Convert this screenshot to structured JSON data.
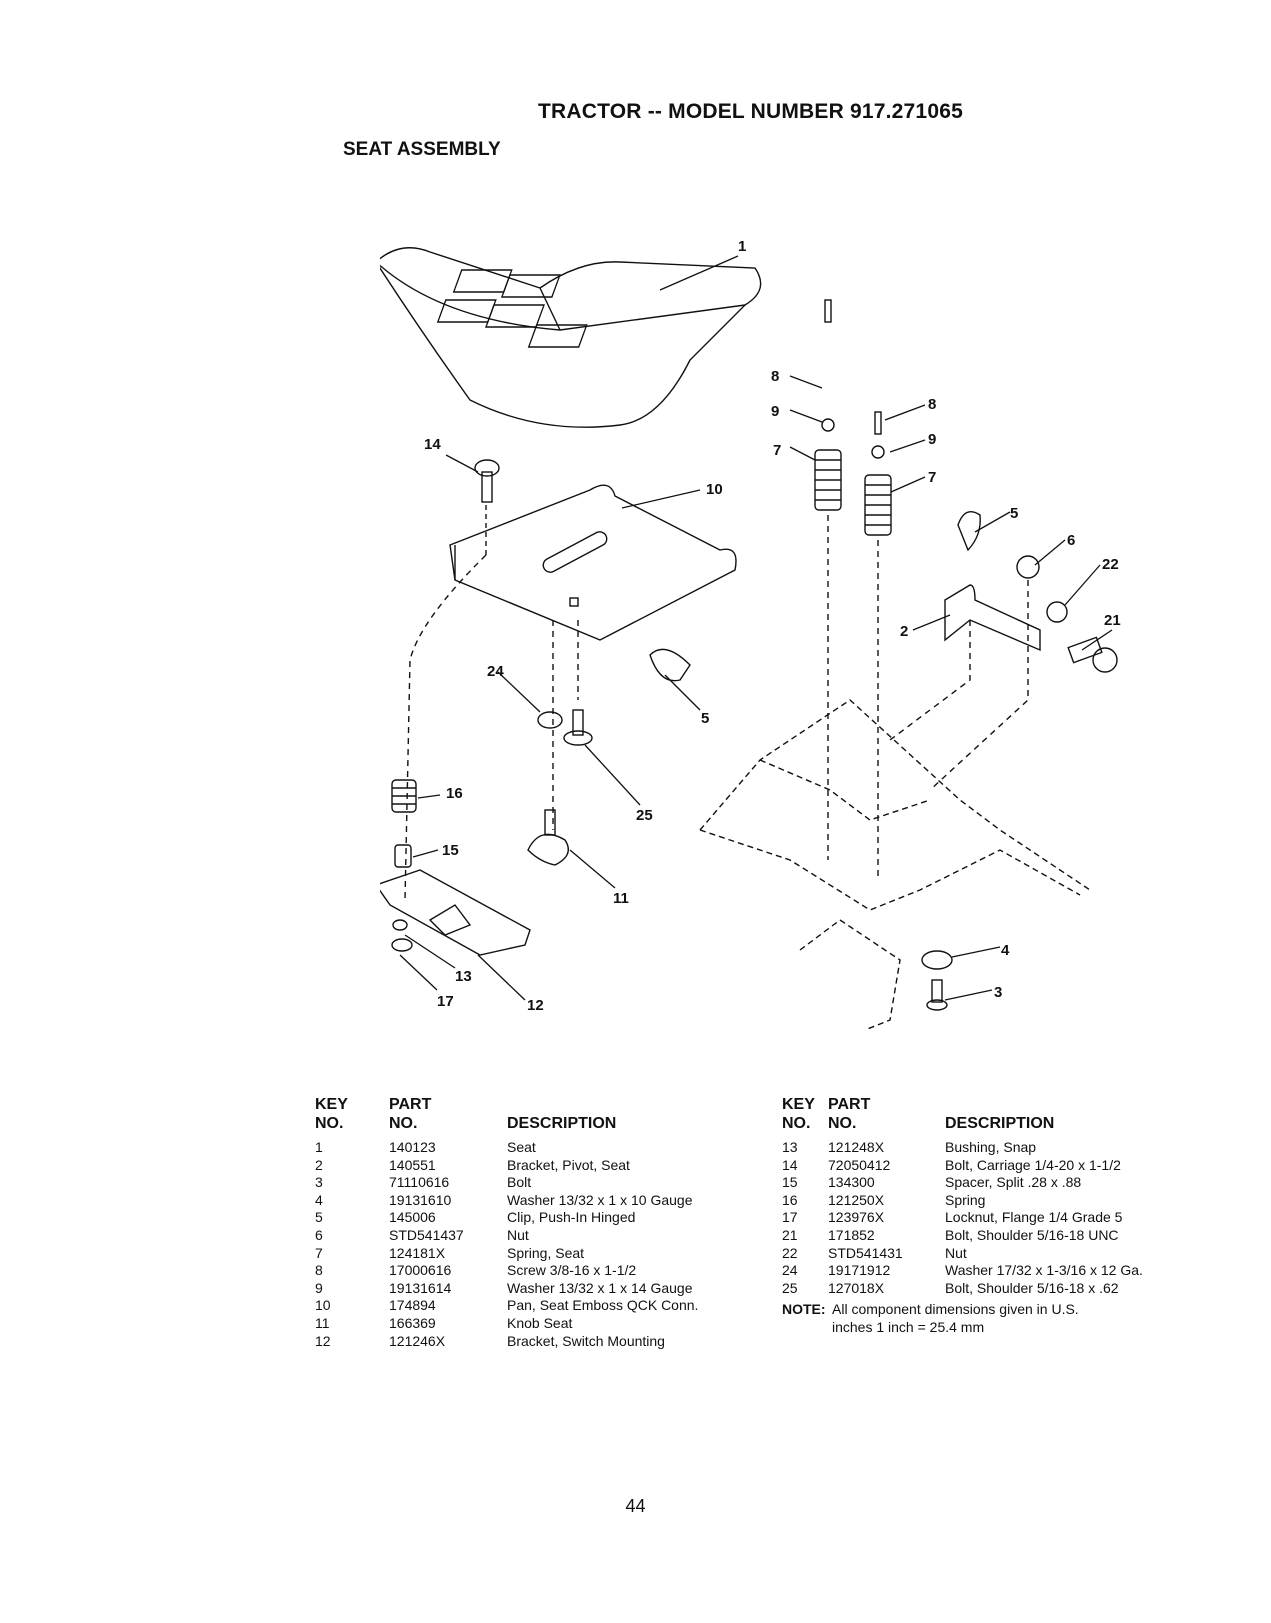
{
  "header": {
    "title": "TRACTOR -- MODEL NUMBER 917.271065",
    "subtitle": "SEAT ASSEMBLY"
  },
  "diagram": {
    "callouts": [
      "1",
      "14",
      "10",
      "8",
      "9",
      "8",
      "9",
      "7",
      "7",
      "5",
      "6",
      "22",
      "21",
      "2",
      "24",
      "5",
      "16",
      "25",
      "15",
      "11",
      "13",
      "17",
      "12",
      "4",
      "3"
    ]
  },
  "table_headers": {
    "key_no": [
      "KEY",
      "NO."
    ],
    "part_no": [
      "PART",
      "NO."
    ],
    "description": "DESCRIPTION"
  },
  "parts_left": [
    {
      "key": "1",
      "part": "140123",
      "desc": "Seat"
    },
    {
      "key": "2",
      "part": "140551",
      "desc": "Bracket, Pivot, Seat"
    },
    {
      "key": "3",
      "part": "71110616",
      "desc": "Bolt"
    },
    {
      "key": "4",
      "part": "19131610",
      "desc": "Washer 13/32 x 1 x 10 Gauge"
    },
    {
      "key": "5",
      "part": "145006",
      "desc": "Clip, Push-In Hinged"
    },
    {
      "key": "6",
      "part": "STD541437",
      "desc": "Nut"
    },
    {
      "key": "7",
      "part": "124181X",
      "desc": "Spring, Seat"
    },
    {
      "key": "8",
      "part": "17000616",
      "desc": "Screw 3/8-16 x 1-1/2"
    },
    {
      "key": "9",
      "part": "19131614",
      "desc": "Washer 13/32 x 1 x 14 Gauge"
    },
    {
      "key": "10",
      "part": "174894",
      "desc": "Pan, Seat Emboss QCK Conn."
    },
    {
      "key": "11",
      "part": "166369",
      "desc": "Knob Seat"
    },
    {
      "key": "12",
      "part": "121246X",
      "desc": "Bracket, Switch Mounting"
    }
  ],
  "parts_right": [
    {
      "key": "13",
      "part": "121248X",
      "desc": "Bushing, Snap"
    },
    {
      "key": "14",
      "part": "72050412",
      "desc": "Bolt, Carriage 1/4-20 x 1-1/2"
    },
    {
      "key": "15",
      "part": "134300",
      "desc": "Spacer, Split .28 x .88"
    },
    {
      "key": "16",
      "part": "121250X",
      "desc": "Spring"
    },
    {
      "key": "17",
      "part": "123976X",
      "desc": "Locknut, Flange 1/4 Grade 5"
    },
    {
      "key": "21",
      "part": "171852",
      "desc": "Bolt, Shoulder 5/16-18 UNC"
    },
    {
      "key": "22",
      "part": "STD541431",
      "desc": "Nut"
    },
    {
      "key": "24",
      "part": "19171912",
      "desc": "Washer 17/32 x 1-3/16 x 12 Ga."
    },
    {
      "key": "25",
      "part": "127018X",
      "desc": "Bolt, Shoulder 5/16-18 x .62"
    }
  ],
  "note": {
    "label": "NOTE:",
    "text_line1": "All component dimensions given in U.S.",
    "text_line2": "inches 1 inch = 25.4 mm"
  },
  "footer": {
    "page_number": "44"
  }
}
